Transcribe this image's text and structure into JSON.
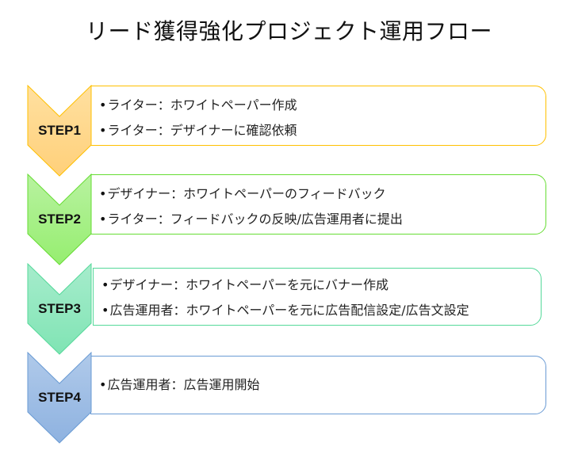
{
  "title": "リード獲得強化プロジェクト運用フロー",
  "steps": [
    {
      "label": "STEP1",
      "fill_top": "#FFE0A0",
      "fill_bottom": "#FFD07A",
      "border": "#FFC000",
      "items": [
        "ライター：ホワイトペーパー作成",
        "ライター：デザイナーに確認依頼"
      ]
    },
    {
      "label": "STEP2",
      "fill_top": "#B8F2A0",
      "fill_bottom": "#96EE70",
      "border": "#66DD33",
      "items": [
        "デザイナー：ホワイトペーパーのフィードバック",
        "ライター：フィードバックの反映/広告運用者に提出"
      ]
    },
    {
      "label": "STEP3",
      "fill_top": "#A6ECCC",
      "fill_bottom": "#80E4B4",
      "border": "#55D99A",
      "items": [
        "デザイナー：ホワイトペーパーを元にバナー作成",
        "広告運用者：ホワイトペーパーを元に広告配信設定/広告文設定"
      ]
    },
    {
      "label": "STEP4",
      "fill_top": "#B0CAEA",
      "fill_bottom": "#8EB2E0",
      "border": "#6A9BD4",
      "items": [
        "広告運用者：広告運用開始"
      ]
    }
  ]
}
